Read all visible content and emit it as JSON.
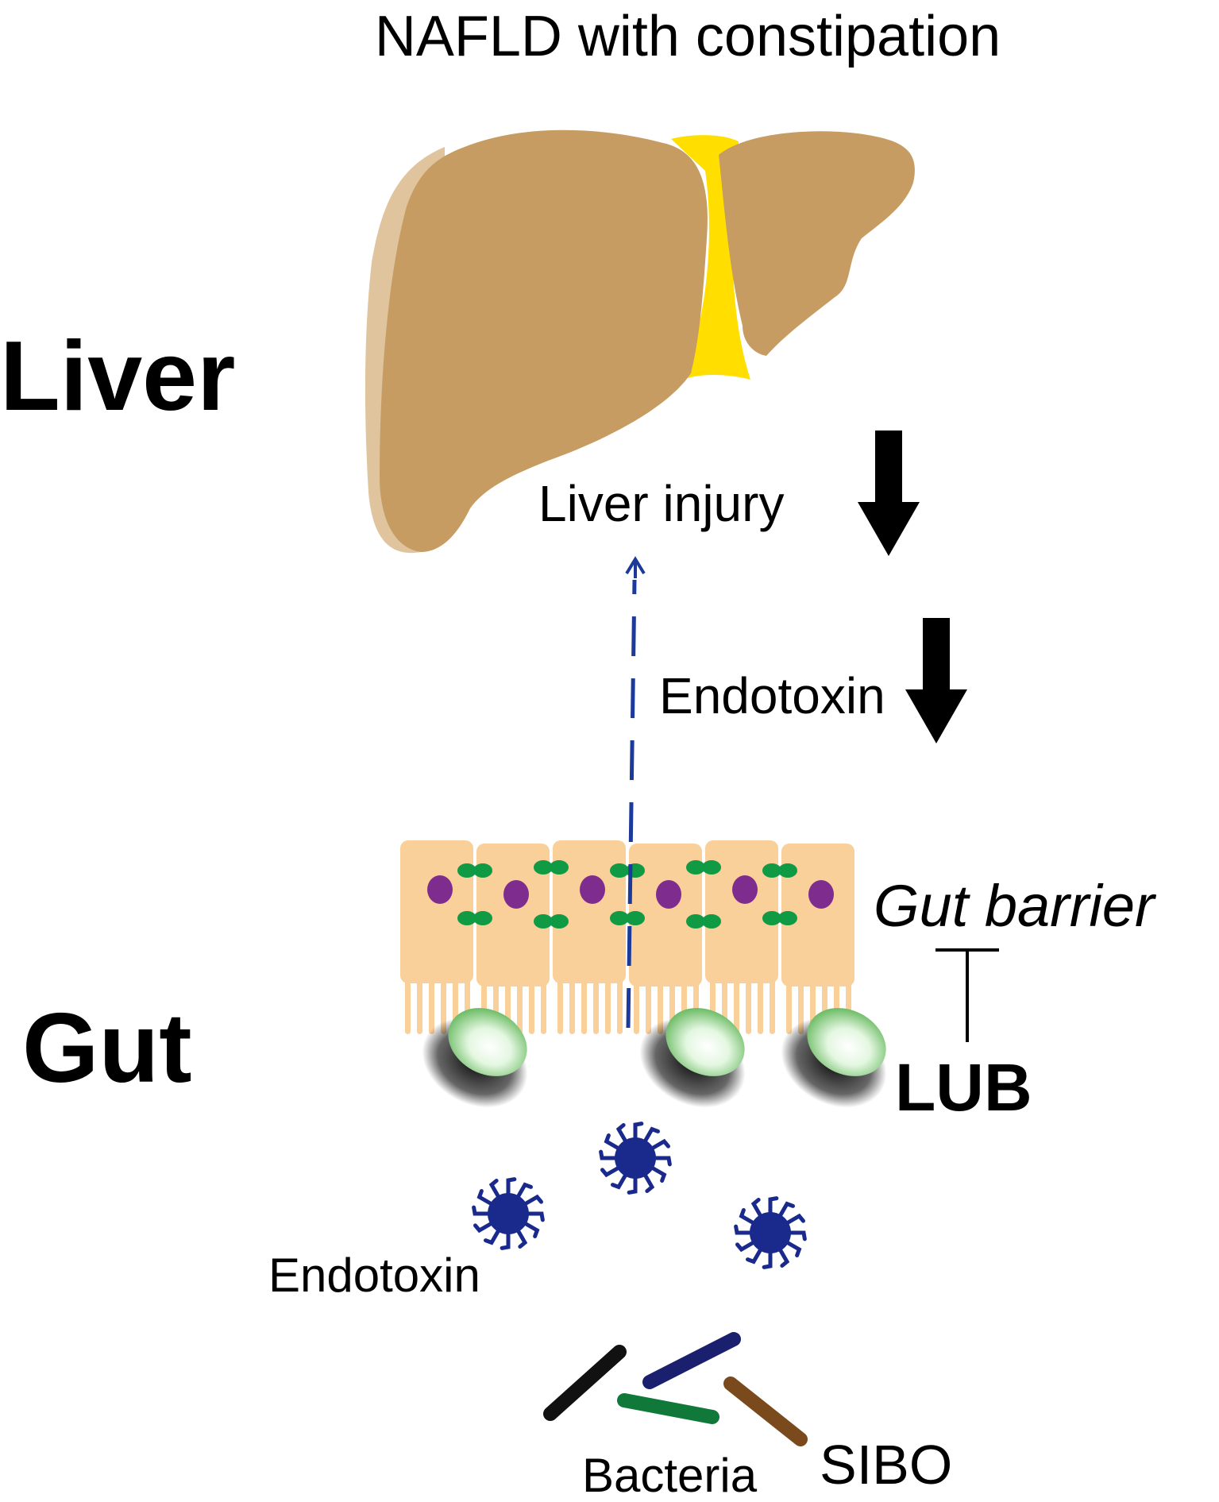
{
  "title": "NAFLD with constipation",
  "regions": {
    "liver": "Liver",
    "gut": "Gut"
  },
  "labels": {
    "liver_injury": "Liver injury",
    "endotoxin_upper": "Endotoxin",
    "gut_barrier": "Gut barrier",
    "lub": "LUB",
    "endotoxin_lower": "Endotoxin",
    "bacteria": "Bacteria",
    "sibo": "SIBO"
  },
  "colors": {
    "liver": "#c69c62",
    "liver_shadow": "#dfc49e",
    "gallbladder": "#ffde00",
    "cell": "#fad09a",
    "nucleus": "#7e2d8e",
    "junction": "#0f9a43",
    "endotoxin": "#1a2a8c",
    "dashed_arrow": "#1b3a9a",
    "bacteria": [
      "#111111",
      "#1a1f6e",
      "#10793a",
      "#7a4a1c"
    ]
  }
}
